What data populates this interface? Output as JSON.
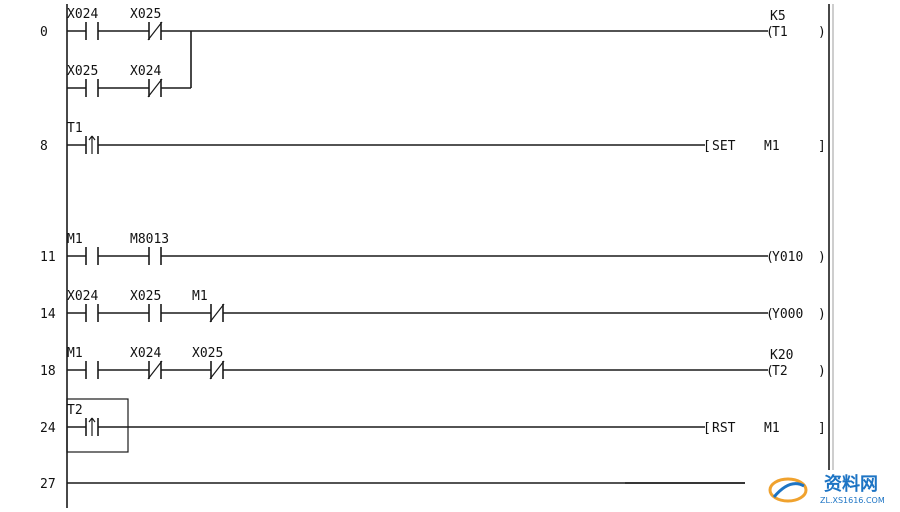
{
  "rungs": [
    {
      "step": "0",
      "contacts": [
        {
          "type": "no",
          "label": "X024"
        },
        {
          "type": "nc",
          "label": "X025"
        }
      ],
      "branch": [
        {
          "type": "no",
          "label": "X025"
        },
        {
          "type": "nc",
          "label": "X024"
        }
      ],
      "output": {
        "type": "coil",
        "name": "T1",
        "param": "K5"
      }
    },
    {
      "step": "8",
      "contacts": [
        {
          "type": "pulse",
          "label": "T1"
        }
      ],
      "output": {
        "type": "instr",
        "name": "SET",
        "operand": "M1"
      }
    },
    {
      "step": "11",
      "contacts": [
        {
          "type": "no",
          "label": "M1"
        },
        {
          "type": "no",
          "label": "M8013"
        }
      ],
      "output": {
        "type": "coil",
        "name": "Y010"
      }
    },
    {
      "step": "14",
      "contacts": [
        {
          "type": "no",
          "label": "X024"
        },
        {
          "type": "no",
          "label": "X025"
        },
        {
          "type": "nc",
          "label": "M1"
        }
      ],
      "output": {
        "type": "coil",
        "name": "Y000"
      }
    },
    {
      "step": "18",
      "contacts": [
        {
          "type": "no",
          "label": "M1"
        },
        {
          "type": "nc",
          "label": "X024"
        },
        {
          "type": "nc",
          "label": "X025"
        }
      ],
      "output": {
        "type": "coil",
        "name": "T2",
        "param": "K20"
      }
    },
    {
      "step": "24",
      "contacts": [
        {
          "type": "pulse",
          "label": "T2"
        }
      ],
      "output": {
        "type": "instr",
        "name": "RST",
        "operand": "M1"
      }
    },
    {
      "step": "27",
      "contacts": [],
      "output": {
        "type": "end"
      }
    }
  ],
  "watermark": {
    "text": "资料网",
    "sub": "ZL.XS1616.COM"
  },
  "colors": {
    "ink": "#1a1a1a",
    "watermark": "#1d74c4"
  }
}
